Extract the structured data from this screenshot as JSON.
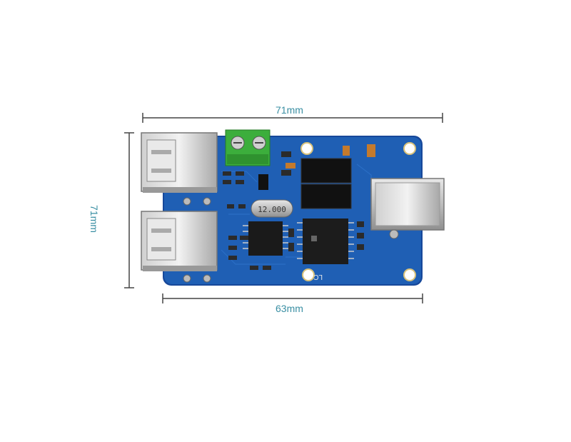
{
  "dimensions": {
    "top_width": "71mm",
    "left_height": "71mm",
    "bottom_width": "63mm"
  },
  "board": {
    "crystal_label": "12.000",
    "silk_label": "LC"
  },
  "colors": {
    "pcb": "#1f5fb4",
    "pcb_edge": "#17489a",
    "dimension_text": "#3a8fa3",
    "terminal_block": "#3cae3c"
  }
}
